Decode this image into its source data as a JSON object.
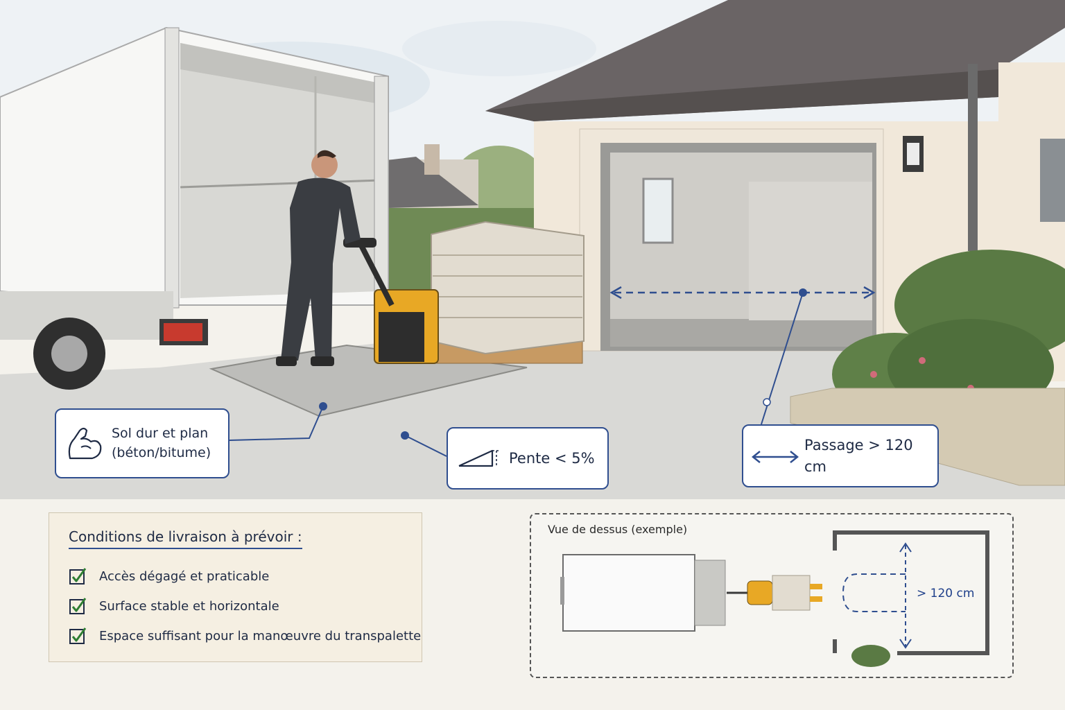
{
  "callouts": {
    "ground": {
      "line1": "Sol dur et plan",
      "line2": "(béton/bitume)",
      "icon": "flexed-arm-icon"
    },
    "slope": {
      "text": "Pente < 5%",
      "icon": "slope-icon"
    },
    "passage": {
      "text": "Passage > 120 cm",
      "icon": "double-arrow-icon"
    }
  },
  "checklist": {
    "title": "Conditions de livraison à prévoir :",
    "items": [
      "Accès dégagé et praticable",
      "Surface stable et horizontale",
      "Espace suffisant pour la manœuvre du transpalette"
    ],
    "icon": "checkbox-checked-icon"
  },
  "top_view": {
    "label": "Vue de dessus (exemple)",
    "dimension": "> 120 cm"
  },
  "colors": {
    "accent": "#2f4e8f",
    "check": "#2e7d32",
    "pallet_jack": "#e8a825",
    "background": "#f4f2ec"
  }
}
